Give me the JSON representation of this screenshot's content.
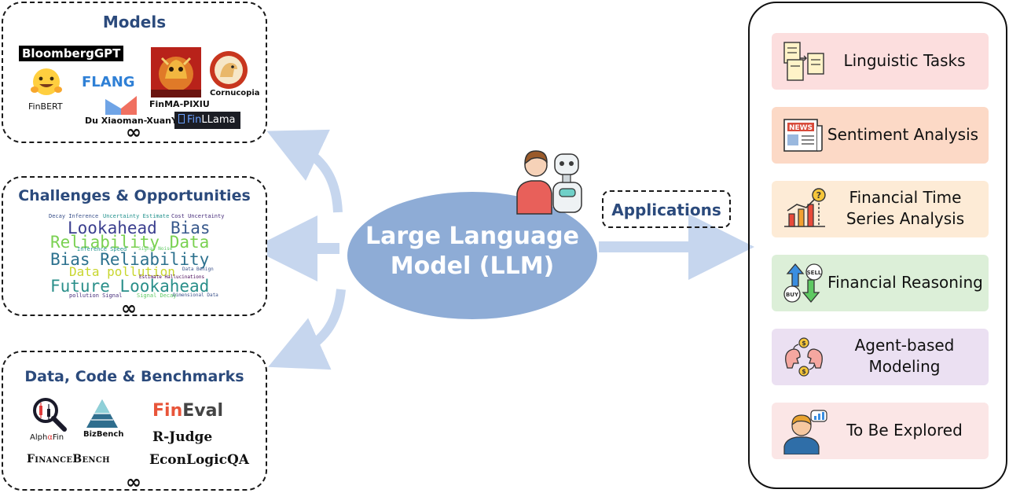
{
  "models": {
    "title": "Models",
    "bloomberg": "BloombergGPT",
    "flang": "FLANG",
    "finbert": "FinBERT",
    "finma": "FinMA-PIXIU",
    "cornucopia": "Cornucopia",
    "xuanyuan": "Du Xiaoman-XuanYuan",
    "finllama_prefix": "Fin",
    "finllama_suffix": "LLama",
    "infinity": "∞"
  },
  "challenges": {
    "title": "Challenges & Opportunities",
    "infinity": "∞",
    "words": {
      "r0a": "Decay Inference",
      "r0b": "Uncertainty Estimate",
      "r0c": "Cost Uncertainty",
      "r1a": "Lookahead",
      "r1b": "Bias",
      "r2": "Reliability Data",
      "r3a": "Inference Speed",
      "r3b": "Signal Noise",
      "r4": "Bias Reliability",
      "r5a": "Data pollution",
      "r5b": "Data Benign",
      "r6a": "Estimate Hallucinations",
      "r7": "Future Lookahead",
      "r8a": "pollution Signal",
      "r8b": "Signal Decay",
      "r8c": "Dimensional Data"
    }
  },
  "data_code": {
    "title": "Data, Code & Benchmarks",
    "alphafin_a": "Alph",
    "alphafin_b": "α",
    "alphafin_c": "Fin",
    "bizbench": "BizBench",
    "fineval_a": "Fin",
    "fineval_b": "Eval",
    "rjudge": "R-Judge",
    "financebench": "FinanceBench",
    "econlogicqa": "EconLogicQA",
    "infinity": "∞"
  },
  "center": {
    "line1": "Large Language",
    "line2": "Model (LLM)"
  },
  "applications": {
    "label": "Applications",
    "items": [
      {
        "text": "Linguistic Tasks",
        "bg": "#fcdede",
        "icon": "documents-icon"
      },
      {
        "text": "Sentiment Analysis",
        "bg": "#fcd9c6",
        "icon": "newspaper-icon"
      },
      {
        "text": "Financial Time\nSeries Analysis",
        "bg": "#fdebd6",
        "icon": "bar-chart-icon"
      },
      {
        "text": "Financial Reasoning",
        "bg": "#dcefd8",
        "icon": "buy-sell-icon"
      },
      {
        "text": "Agent-based\nModeling",
        "bg": "#ebe0f2",
        "icon": "agents-icon"
      },
      {
        "text": "To Be Explored",
        "bg": "#fbe6e6",
        "icon": "thinker-icon"
      }
    ]
  },
  "news_icon_text": "NEWS",
  "buy_text": "BUY",
  "sell_text": "SELL",
  "coin_text": "$",
  "colors": {
    "title_blue": "#2b4a7c",
    "ellipse": "#8eacd6",
    "arrow": "#c6d6ee"
  }
}
